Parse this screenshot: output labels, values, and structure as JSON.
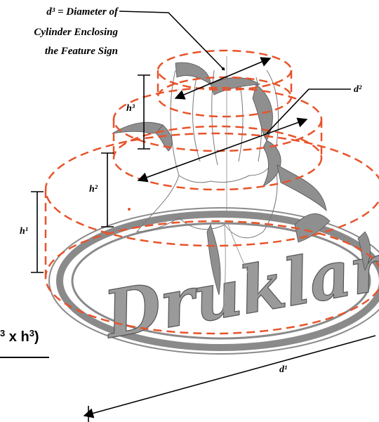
{
  "callout": {
    "line1": "d³ = Diameter of",
    "line2": "Cylinder Enclosing",
    "line3": "the Feature Sign"
  },
  "labels": {
    "d2": "d²",
    "h3": "h³",
    "h2": "h²",
    "h1": "h¹",
    "d1": "d¹"
  },
  "formula_fragment": {
    "sup": "3",
    "text": " x h",
    "sup2": "3",
    "close": ")"
  },
  "sign_text": "Drukland",
  "colors": {
    "cylinder_dash": "#e8532a",
    "sign_gray": "#8a8a8a",
    "ink": "#000000"
  }
}
